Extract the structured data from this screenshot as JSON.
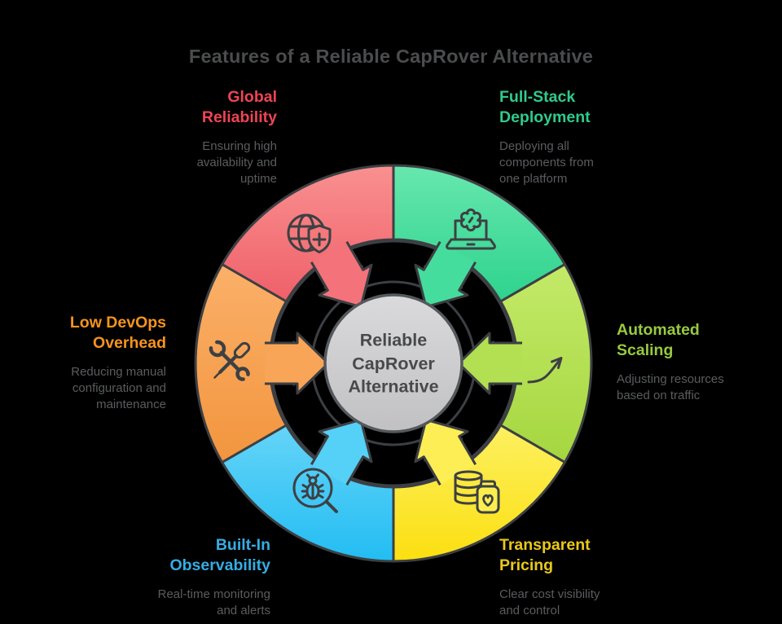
{
  "title": "Features of a Reliable CapRover Alternative",
  "center": {
    "label": "Reliable\nCapRover\nAlternative"
  },
  "features": [
    {
      "id": "global-reliability",
      "label": "Global\nReliability",
      "description": "Ensuring high\navailability and\nuptime",
      "label_color": "#ee4454",
      "segment_top": "#f99090",
      "segment_bottom": "#ef6069",
      "arrow_color": "#f4737a",
      "icon": "globe-shield-icon"
    },
    {
      "id": "full-stack-deployment",
      "label": "Full-Stack\nDeployment",
      "description": "Deploying all\ncomponents from\none platform",
      "label_color": "#2fcb8b",
      "segment_top": "#67e7ae",
      "segment_bottom": "#2ed38d",
      "arrow_color": "#45dd9d",
      "icon": "laptop-gear-icon"
    },
    {
      "id": "automated-scaling",
      "label": "Automated\nScaling",
      "description": "Adjusting resources\nbased on traffic",
      "label_color": "#97ca3e",
      "segment_top": "#c4ea69",
      "segment_bottom": "#a5d63f",
      "arrow_color": "#b2e052",
      "icon": "growth-arrow-icon"
    },
    {
      "id": "transparent-pricing",
      "label": "Transparent\nPricing",
      "description": "Clear cost visibility\nand control",
      "label_color": "#eac819",
      "segment_top": "#fdf061",
      "segment_bottom": "#fbdf10",
      "arrow_color": "#fdee55",
      "icon": "coins-heart-icon"
    },
    {
      "id": "built-in-observability",
      "label": "Built-In\nObservability",
      "description": "Real-time monitoring\nand alerts",
      "label_color": "#35ade3",
      "segment_top": "#65d4f8",
      "segment_bottom": "#23bdf2",
      "arrow_color": "#55d0f7",
      "icon": "bug-magnifier-icon"
    },
    {
      "id": "low-devops-overhead",
      "label": "Low DevOps\nOverhead",
      "description": "Reducing manual\nconfiguration and\nmaintenance",
      "label_color": "#f7941e",
      "segment_top": "#fbb069",
      "segment_bottom": "#f2953e",
      "arrow_color": "#f8a557",
      "icon": "tools-icon"
    }
  ],
  "theme": {
    "background": "#000000",
    "title_color": "#4b4c4e",
    "description_color": "#5a5c5f",
    "outline_color": "#3c3f43",
    "cycle_band_fill": "#000000",
    "center_circle_top": "#dadadc",
    "center_circle_bottom": "#c1c1c3",
    "center_circle_outline": "#55585c",
    "center_text_color": "#48494b"
  }
}
